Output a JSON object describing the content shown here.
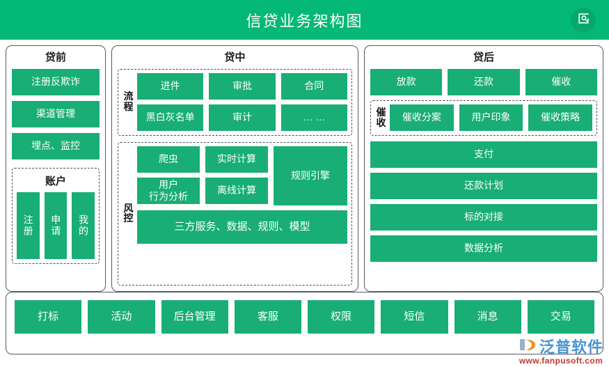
{
  "header": {
    "title": "信贷业务架构图",
    "icon": "search-zoom-icon",
    "bg_color": "#04b878",
    "icon_bg_color": "#05a96e"
  },
  "theme": {
    "tile_color": "#18ae75",
    "tile_text_color": "#ffffff",
    "panel_border_color": "#555a5c"
  },
  "pre_loan": {
    "title": "贷前",
    "items": [
      {
        "label": "注册反欺诈"
      },
      {
        "label": "渠道管理"
      },
      {
        "label": "埋点、监控"
      }
    ],
    "account": {
      "title": "账户",
      "items": [
        {
          "label": "注册"
        },
        {
          "label": "申请"
        },
        {
          "label": "我的"
        }
      ]
    }
  },
  "during_loan": {
    "title": "贷中",
    "flow": {
      "label": "流程",
      "rows": [
        [
          {
            "label": "进件"
          },
          {
            "label": "审批"
          },
          {
            "label": "合同"
          }
        ],
        [
          {
            "label": "黑白灰名单"
          },
          {
            "label": "审计"
          },
          {
            "label": "… …"
          }
        ]
      ]
    },
    "risk": {
      "label": "风控",
      "rows": [
        [
          {
            "label": "爬虫"
          },
          {
            "label": "实时计算"
          }
        ],
        [
          {
            "label": "用户\n行为分析"
          },
          {
            "label": "离线计算"
          }
        ]
      ],
      "engine": {
        "label": "规则引擎"
      },
      "wide": {
        "label": "三方服务、数据、规则、模型"
      }
    }
  },
  "post_loan": {
    "title": "贷后",
    "top_row": [
      {
        "label": "放款"
      },
      {
        "label": "还款"
      },
      {
        "label": "催收"
      }
    ],
    "collection": {
      "label": "催收",
      "items": [
        {
          "label": "催收分案"
        },
        {
          "label": "用户印象"
        },
        {
          "label": "催收策略"
        }
      ]
    },
    "wide_items": [
      {
        "label": "支付"
      },
      {
        "label": "还款计划"
      },
      {
        "label": "标的对接"
      },
      {
        "label": "数据分析"
      }
    ]
  },
  "footer": {
    "items": [
      {
        "label": "打标"
      },
      {
        "label": "活动"
      },
      {
        "label": "后台管理"
      },
      {
        "label": "客服"
      },
      {
        "label": "权限"
      },
      {
        "label": "短信"
      },
      {
        "label": "消息"
      },
      {
        "label": "交易"
      }
    ]
  },
  "watermark": {
    "name": "泛普软件",
    "url": "www.fanpusoft.com"
  }
}
